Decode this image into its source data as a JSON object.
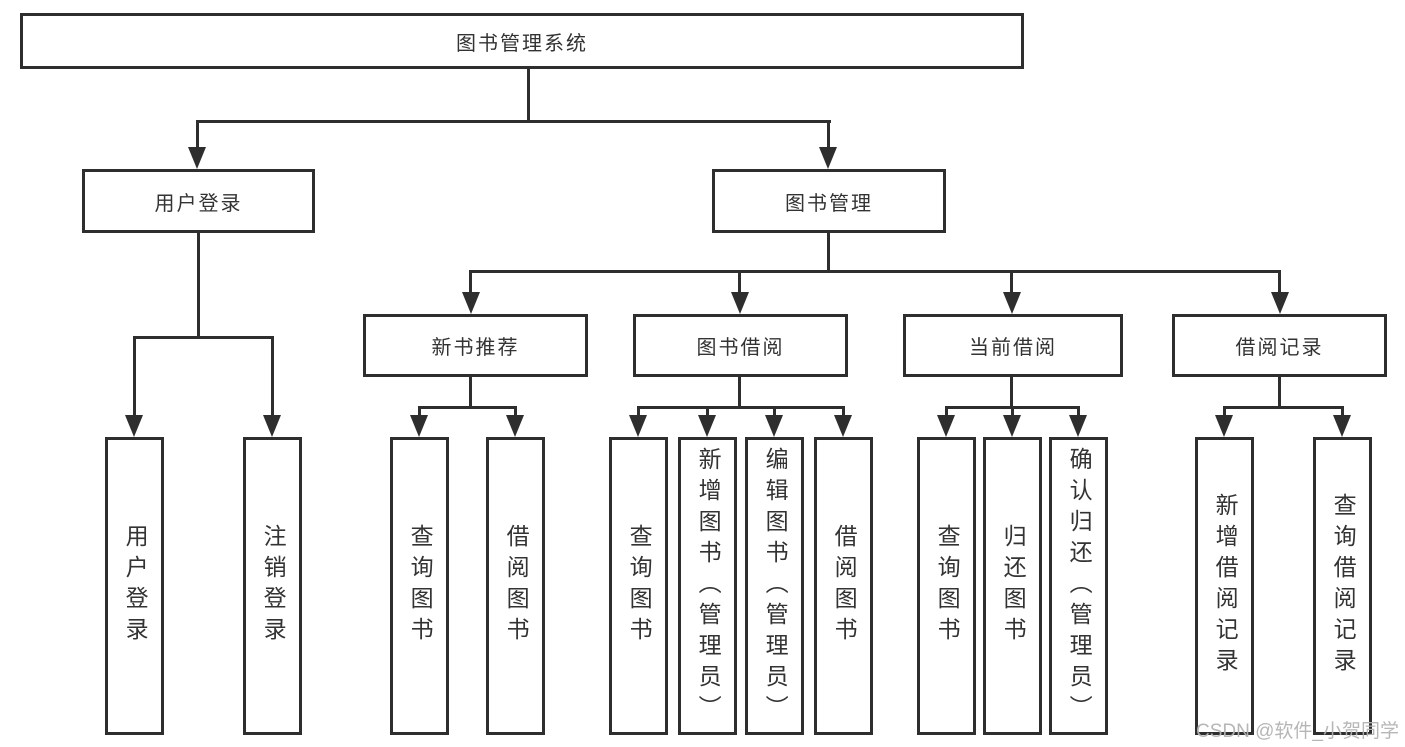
{
  "tree": {
    "root": {
      "label": "图书管理系统"
    },
    "level2": [
      {
        "label": "用户登录"
      },
      {
        "label": "图书管理"
      }
    ],
    "level3": [
      {
        "label": "新书推荐"
      },
      {
        "label": "图书借阅"
      },
      {
        "label": "当前借阅"
      },
      {
        "label": "借阅记录"
      }
    ],
    "leaves": {
      "user_login": [
        "用户登录",
        "注销登录"
      ],
      "new_book_recommend": [
        "查询图书",
        "借阅图书"
      ],
      "book_borrow": [
        "查询图书",
        "新增图书（管理员）",
        "编辑图书（管理员）",
        "借阅图书"
      ],
      "current_borrow": [
        "查询图书",
        "归还图书",
        "确认归还（管理员）"
      ],
      "borrow_record": [
        "新增借阅记录",
        "查询借阅记录"
      ]
    }
  },
  "watermark": {
    "text": "CSDN @软件_小贺同学"
  },
  "colors": {
    "line": "#2e2e2e",
    "box_border": "#2e2e2e",
    "text": "#333333",
    "background": "#ffffff",
    "watermark": "#b3b3b3"
  }
}
